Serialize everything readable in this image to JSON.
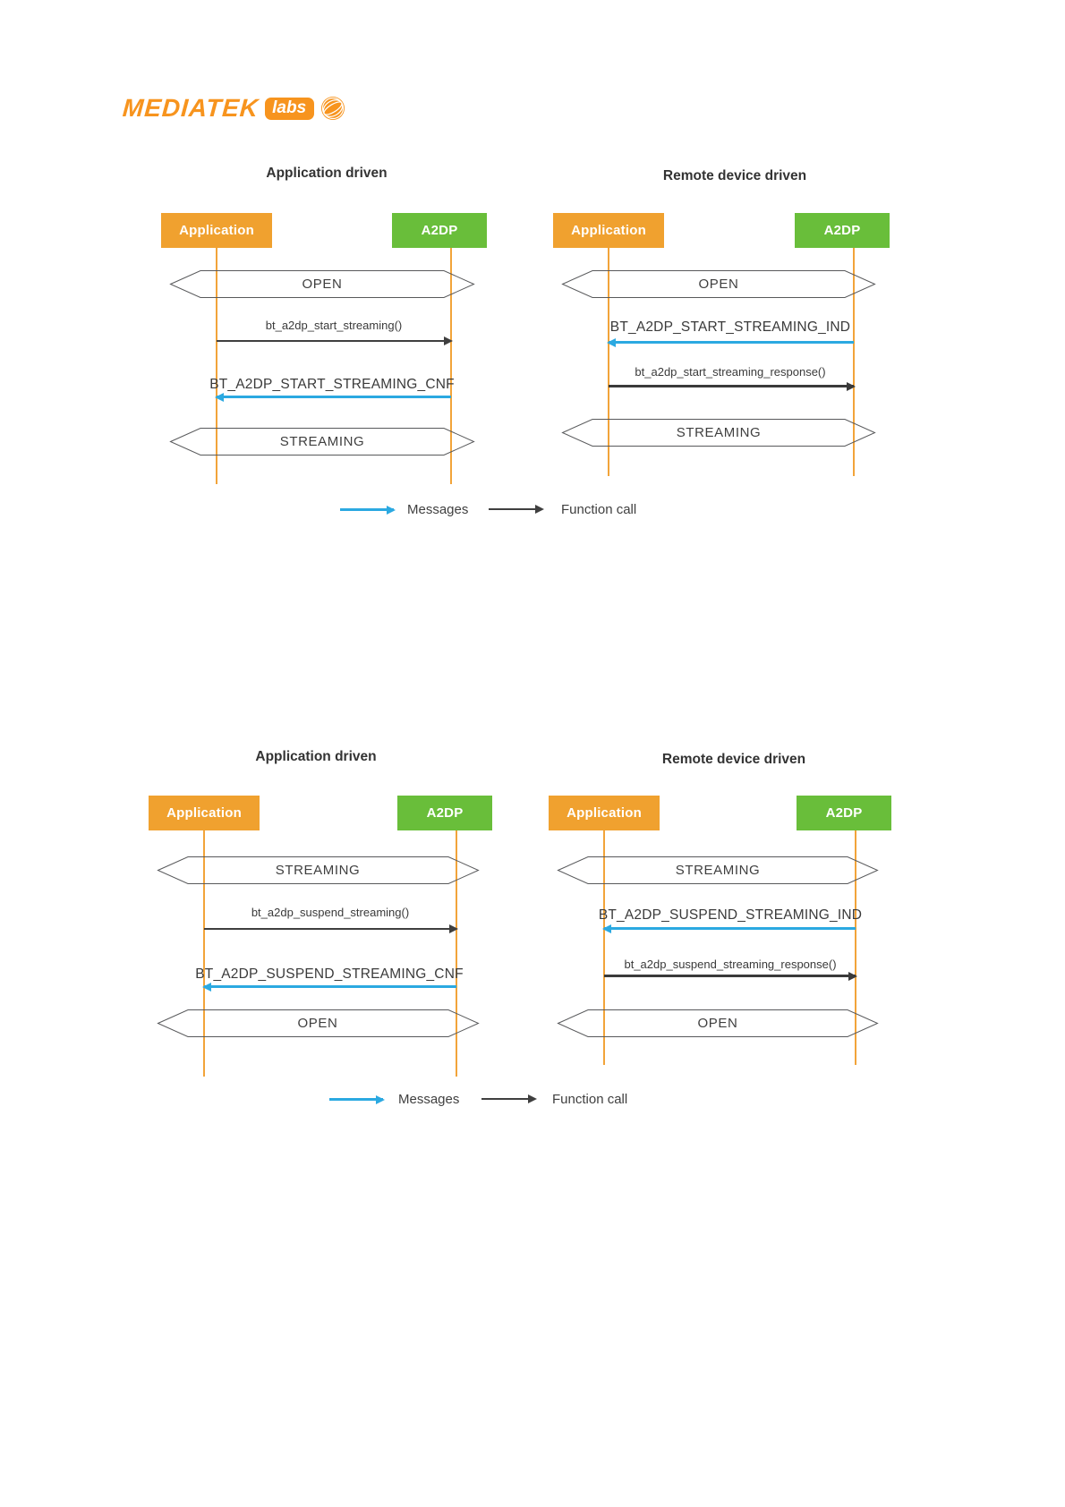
{
  "logo": {
    "brand": "MEDIATEK",
    "badge": "labs",
    "icon": "globe-icon"
  },
  "colors": {
    "orange": "#F0A12F",
    "green": "#69BE3A",
    "blue": "#2BA9E1",
    "dark": "#3F3F3F",
    "logo_orange": "#F7941E"
  },
  "legend": {
    "messages": "Messages",
    "function_call": "Function call"
  },
  "diagrams": [
    {
      "title": "Application driven",
      "actors": {
        "left": "Application",
        "right": "A2DP"
      },
      "start_state": "OPEN",
      "end_state": "STREAMING",
      "messages": [
        {
          "label": "bt_a2dp_start_streaming()",
          "type": "function-call",
          "direction": "right"
        },
        {
          "label": "BT_A2DP_START_STREAMING_CNF",
          "type": "message",
          "direction": "left"
        }
      ]
    },
    {
      "title": "Remote device driven",
      "actors": {
        "left": "Application",
        "right": "A2DP"
      },
      "start_state": "OPEN",
      "end_state": "STREAMING",
      "messages": [
        {
          "label": "BT_A2DP_START_STREAMING_IND",
          "type": "message",
          "direction": "left"
        },
        {
          "label": "bt_a2dp_start_streaming_response()",
          "type": "function-call",
          "direction": "right"
        }
      ]
    },
    {
      "title": "Application driven",
      "actors": {
        "left": "Application",
        "right": "A2DP"
      },
      "start_state": "STREAMING",
      "end_state": "OPEN",
      "messages": [
        {
          "label": "bt_a2dp_suspend_streaming()",
          "type": "function-call",
          "direction": "right"
        },
        {
          "label": "BT_A2DP_SUSPEND_STREAMING_CNF",
          "type": "message",
          "direction": "left"
        }
      ]
    },
    {
      "title": "Remote device driven",
      "actors": {
        "left": "Application",
        "right": "A2DP"
      },
      "start_state": "STREAMING",
      "end_state": "OPEN",
      "messages": [
        {
          "label": "BT_A2DP_SUSPEND_STREAMING_IND",
          "type": "message",
          "direction": "left"
        },
        {
          "label": "bt_a2dp_suspend_streaming_response()",
          "type": "function-call",
          "direction": "right"
        }
      ]
    }
  ]
}
